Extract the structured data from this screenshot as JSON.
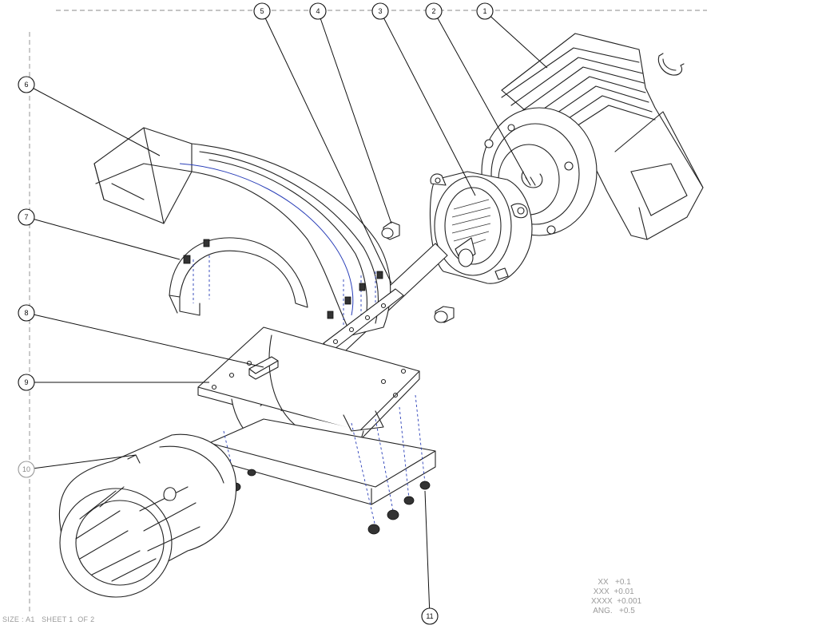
{
  "drawing": {
    "balloons": [
      {
        "id": "b1",
        "label": "1"
      },
      {
        "id": "b2",
        "label": "2"
      },
      {
        "id": "b3",
        "label": "3"
      },
      {
        "id": "b4",
        "label": "4"
      },
      {
        "id": "b5",
        "label": "5"
      },
      {
        "id": "b6",
        "label": "6"
      },
      {
        "id": "b7",
        "label": "7"
      },
      {
        "id": "b8",
        "label": "8"
      },
      {
        "id": "b9",
        "label": "9"
      },
      {
        "id": "b10",
        "label": "10"
      },
      {
        "id": "b11",
        "label": "11"
      }
    ],
    "footer": {
      "size": "SIZE : A1",
      "sheet": "SHEET 1",
      "of": "OF 2"
    },
    "tolerances": [
      {
        "key": "XX",
        "value": "+0.1"
      },
      {
        "key": "XXX",
        "value": "+0.01"
      },
      {
        "key": "XXXX",
        "value": "+0.001"
      },
      {
        "key": "ANG.",
        "value": "+0.5"
      }
    ]
  }
}
